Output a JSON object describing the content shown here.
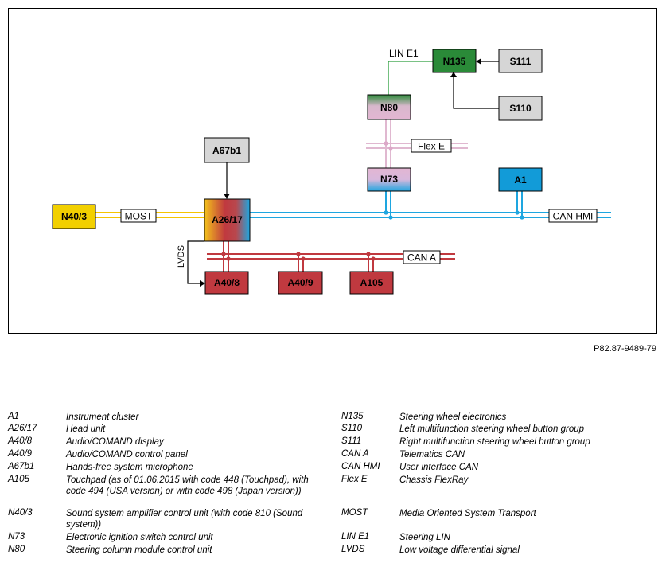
{
  "diagram": {
    "reference": "P82.87-9489-79",
    "nodes": {
      "N40_3": "N40/3",
      "A67b1": "A67b1",
      "A26_17": "A26/17",
      "A40_8": "A40/8",
      "A40_9": "A40/9",
      "A105": "A105",
      "N73": "N73",
      "N80": "N80",
      "N135": "N135",
      "S111": "S111",
      "S110": "S110",
      "A1": "A1"
    },
    "bus_labels": {
      "most": "MOST",
      "lvds": "LVDS",
      "can_a": "CAN A",
      "can_hmi": "CAN HMI",
      "flex_e": "Flex E",
      "lin_e1": "LIN E1"
    },
    "colors": {
      "most": "#f5c400",
      "can_hmi": "#1ea6e0",
      "can_a": "#c0393f",
      "flex_e": "#e0b8d0",
      "lin": "#2a9d3c",
      "n40_3_fill": "#f2d000",
      "a40_fill": "#c0393f",
      "a1_fill": "#129bd8",
      "n135_fill": "#2a8a38",
      "s_fill": "#d6d6d6"
    }
  },
  "legend": {
    "left": [
      {
        "code": "A1",
        "desc": "Instrument cluster"
      },
      {
        "code": "A26/17",
        "desc": "Head unit"
      },
      {
        "code": "A40/8",
        "desc": "Audio/COMAND display"
      },
      {
        "code": "A40/9",
        "desc": "Audio/COMAND control panel"
      },
      {
        "code": "A67b1",
        "desc": "Hands-free system microphone"
      },
      {
        "code": "A105",
        "desc": "Touchpad (as of 01.06.2015 with code 448 (Touchpad), with code 494 (USA version) or with code 498 (Japan version))"
      },
      {
        "code": "N40/3",
        "desc": "Sound system amplifier control unit (with code 810 (Sound system))"
      },
      {
        "code": "N73",
        "desc": "Electronic ignition switch control unit"
      },
      {
        "code": "N80",
        "desc": "Steering column module control unit"
      }
    ],
    "right": [
      {
        "code": "N135",
        "desc": "Steering wheel electronics"
      },
      {
        "code": "S110",
        "desc": "Left multifunction steering wheel button group"
      },
      {
        "code": "S111",
        "desc": "Right multifunction steering wheel button group"
      },
      {
        "code": "CAN A",
        "desc": "Telematics CAN"
      },
      {
        "code": "CAN HMI",
        "desc": "User interface CAN"
      },
      {
        "code": "Flex E",
        "desc": "Chassis FlexRay"
      },
      {
        "code": "MOST",
        "desc": "Media Oriented System Transport"
      },
      {
        "code": "LIN E1",
        "desc": "Steering LIN"
      },
      {
        "code": "LVDS",
        "desc": "Low voltage differential signal"
      }
    ]
  }
}
